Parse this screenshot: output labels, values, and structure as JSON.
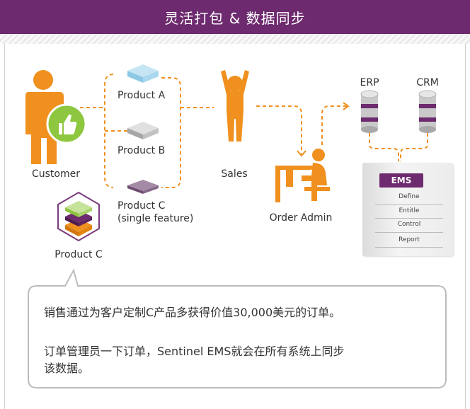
{
  "title": "灵活打包 & 数据同步",
  "labels": {
    "customer": "Customer",
    "product_a": "Product A",
    "product_b": "Product B",
    "product_c_line1": "Product C",
    "product_c_line2": "(single feature)",
    "product_c_box": "Product C",
    "sales": "Sales",
    "order_admin": "Order Admin",
    "erp": "ERP",
    "crm": "CRM"
  },
  "ems": {
    "title": "EMS",
    "items": [
      "Define",
      "Entitle",
      "Control",
      "Report"
    ]
  },
  "bubble": {
    "line1": "销售通过为客户定制C产品多获得价值30,000美元的订单。",
    "line2": "订单管理员一下订单，Sentinel EMS就会在所有系统上同步",
    "line3": "该数据。"
  },
  "colors": {
    "header": "#6d2a6e",
    "orange": "#f0901e",
    "green": "#8dc63f",
    "purple": "#6d2a6e"
  }
}
